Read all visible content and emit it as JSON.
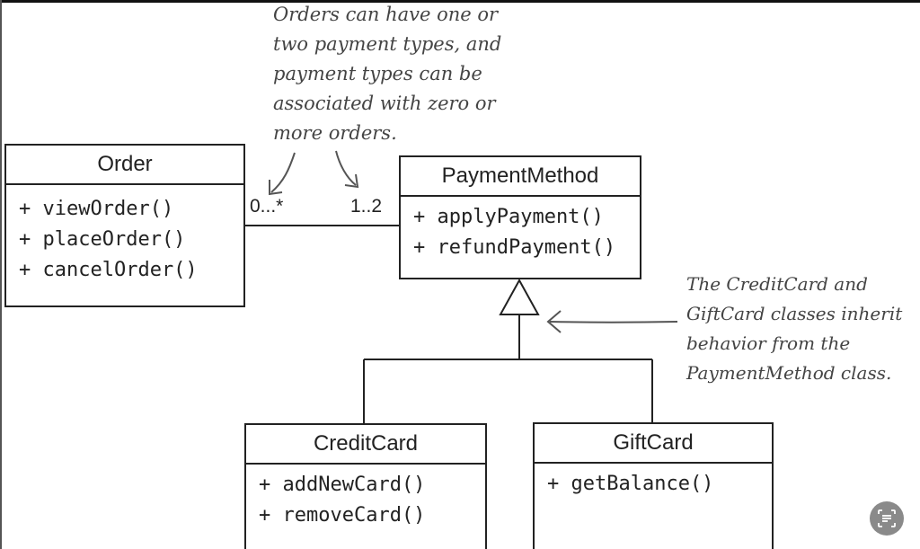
{
  "classes": {
    "order": {
      "name": "Order",
      "methods": [
        "+ viewOrder()",
        "+ placeOrder()",
        "+ cancelOrder()"
      ]
    },
    "payment_method": {
      "name": "PaymentMethod",
      "methods": [
        "+ applyPayment()",
        "+ refundPayment()"
      ]
    },
    "credit_card": {
      "name": "CreditCard",
      "methods": [
        "+ addNewCard()",
        "+ removeCard()"
      ]
    },
    "gift_card": {
      "name": "GiftCard",
      "methods": [
        "+ getBalance()"
      ]
    }
  },
  "association": {
    "order_multiplicity": "0...*",
    "payment_multiplicity": "1..2"
  },
  "notes": {
    "top": [
      "Orders can have one or",
      "two payment types, and",
      "payment types can be",
      "associated with zero or",
      "more orders."
    ],
    "right": [
      "The CreditCard and",
      "GiftCard classes inherit",
      "behavior from the",
      "PaymentMethod class."
    ]
  },
  "icons": {
    "assist": "text-scan-icon"
  }
}
